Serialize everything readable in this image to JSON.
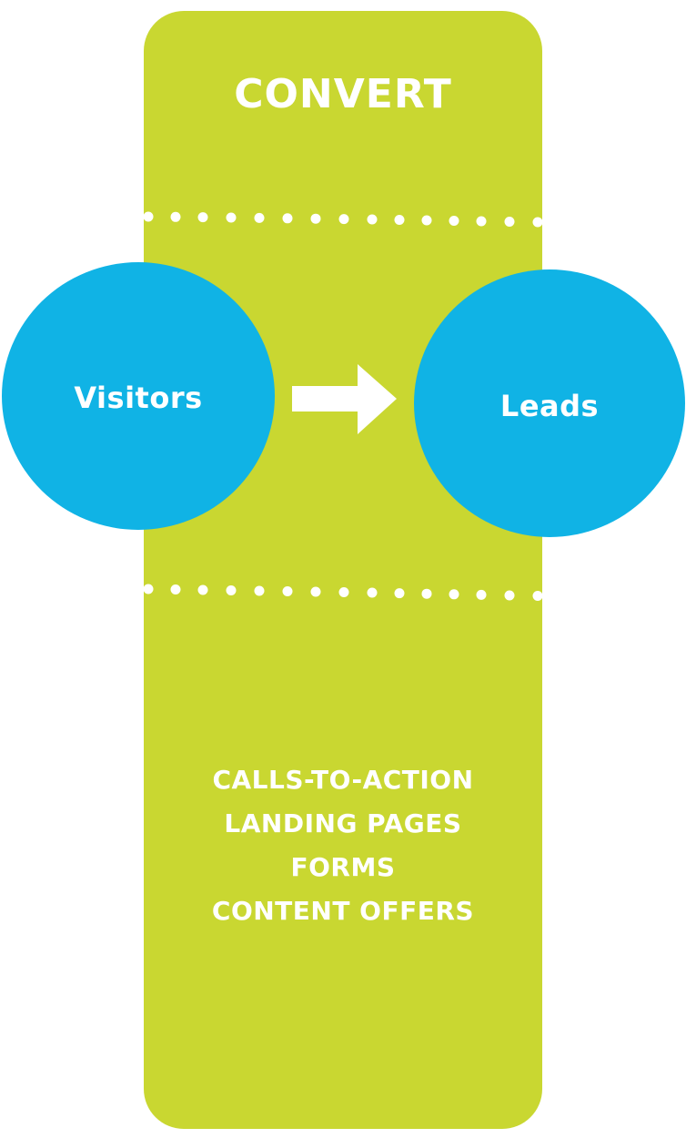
{
  "stage": {
    "title": "CONVERT",
    "color": "#c9d731"
  },
  "flow": {
    "from": {
      "label": "Visitors"
    },
    "to": {
      "label": "Leads"
    },
    "node_color": "#10b3e5",
    "connector_icon": "right-arrow-icon"
  },
  "tactics": [
    "CALLS-TO-ACTION",
    "LANDING PAGES",
    "FORMS",
    "CONTENT OFFERS"
  ]
}
